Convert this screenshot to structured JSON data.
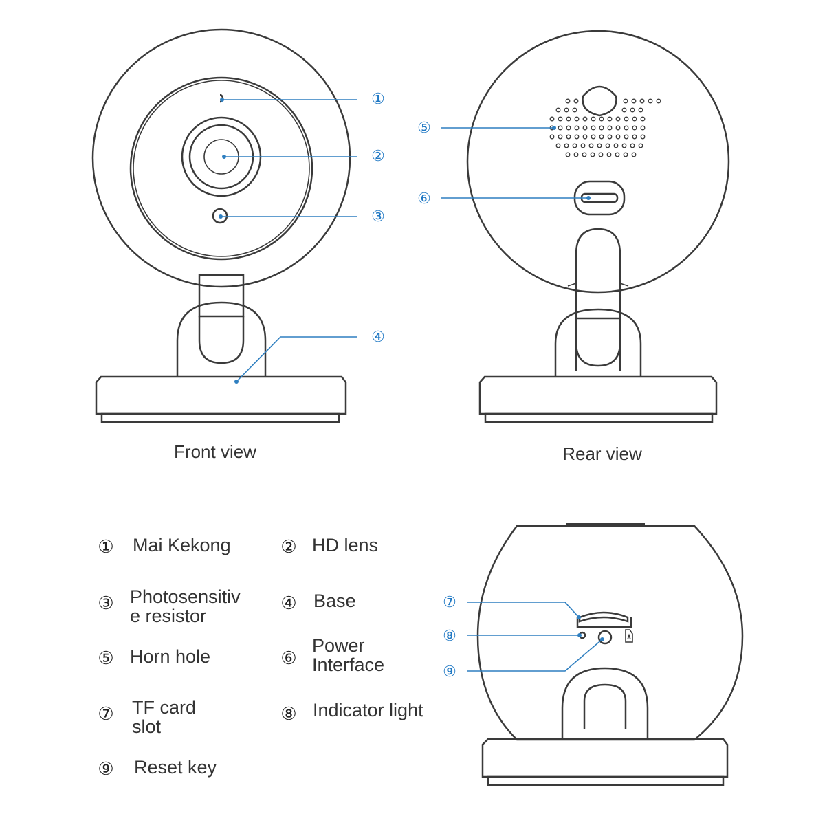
{
  "views": {
    "front_label": "Front view",
    "rear_label": "Rear view"
  },
  "callouts": {
    "c1": "①",
    "c2": "②",
    "c3": "③",
    "c4": "④",
    "c5": "⑤",
    "c6": "⑥",
    "c7": "⑦",
    "c8": "⑧",
    "c9": "⑨"
  },
  "legend": {
    "items": [
      {
        "num": "①",
        "lines": [
          "Mai Kekong"
        ]
      },
      {
        "num": "②",
        "lines": [
          "HD lens"
        ]
      },
      {
        "num": "③",
        "lines": [
          "Photosensitiv",
          "e resistor"
        ]
      },
      {
        "num": "④",
        "lines": [
          "Base"
        ]
      },
      {
        "num": "⑤",
        "lines": [
          "Horn hole"
        ]
      },
      {
        "num": "⑥",
        "lines": [
          "Power",
          "Interface"
        ]
      },
      {
        "num": "⑦",
        "lines": [
          "TF card",
          "slot"
        ]
      },
      {
        "num": "⑧",
        "lines": [
          "Indicator light"
        ]
      },
      {
        "num": "⑨",
        "lines": [
          "Reset key"
        ]
      }
    ]
  },
  "colors": {
    "callout_blue": "#2f7fc0",
    "outline": "#3a3a3a",
    "text": "#333333"
  }
}
